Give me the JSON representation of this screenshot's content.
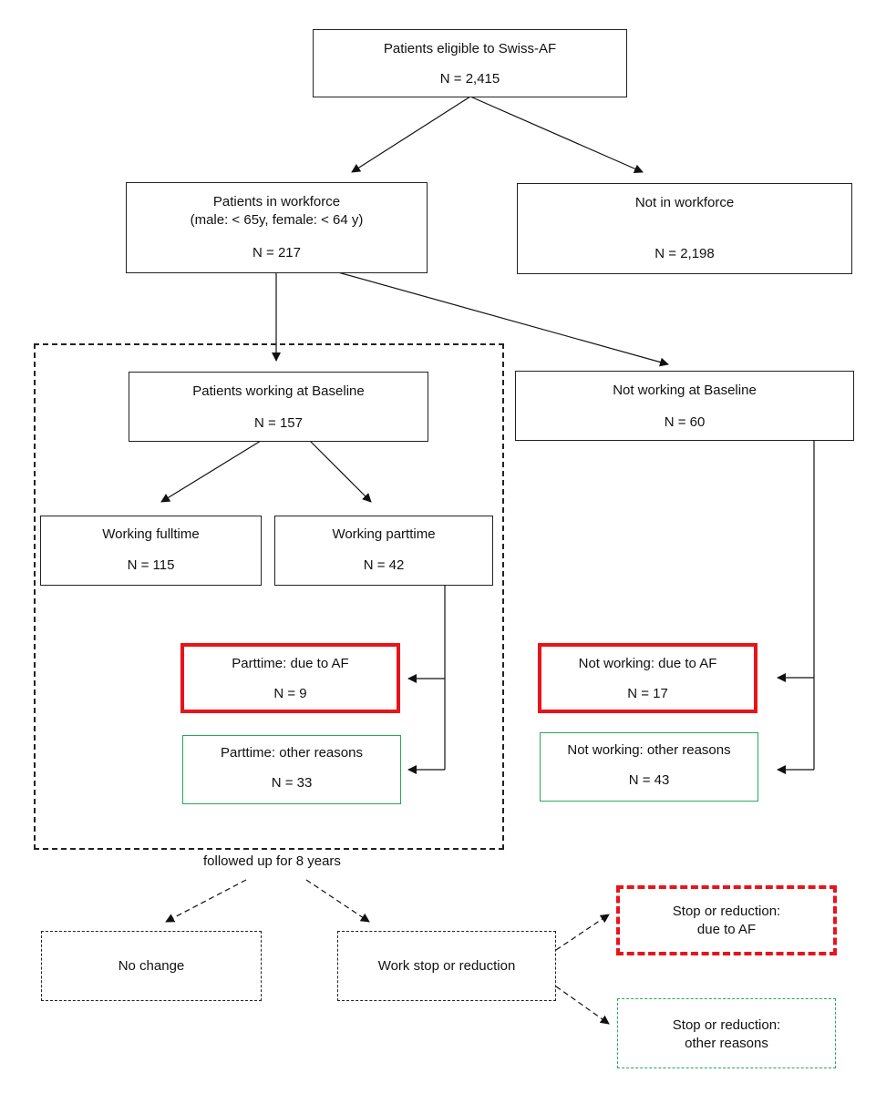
{
  "nodes": {
    "eligible": {
      "title": "Patients eligible to Swiss-AF",
      "n": "N = 2,415"
    },
    "workforce": {
      "title": "Patients in workforce",
      "subtitle": "(male: < 65y, female: < 64 y)",
      "n": "N = 217"
    },
    "not_workforce": {
      "title": "Not in workforce",
      "n": "N = 2,198"
    },
    "working_baseline": {
      "title": "Patients working at Baseline",
      "n": "N = 157"
    },
    "not_working_baseline": {
      "title": "Not working at Baseline",
      "n": "N = 60"
    },
    "fulltime": {
      "title": "Working fulltime",
      "n": "N = 115"
    },
    "parttime": {
      "title": "Working parttime",
      "n": "N = 42"
    },
    "parttime_af": {
      "title": "Parttime: due to AF",
      "n": "N = 9"
    },
    "parttime_other": {
      "title": "Parttime: other reasons",
      "n": "N = 33"
    },
    "notworking_af": {
      "title": "Not working: due to AF",
      "n": "N = 17"
    },
    "notworking_other": {
      "title": "Not working: other reasons",
      "n": "N = 43"
    },
    "no_change": {
      "title": "No change"
    },
    "work_stop": {
      "title": "Work stop or reduction"
    },
    "stop_af": {
      "line1": "Stop or reduction:",
      "line2": "due to AF"
    },
    "stop_other": {
      "line1": "Stop or reduction:",
      "line2": "other reasons"
    }
  },
  "followup_caption": "followed up for 8 years",
  "colors": {
    "af_highlight": "#e8141b",
    "other_highlight": "#26a95a",
    "line": "#222222"
  }
}
